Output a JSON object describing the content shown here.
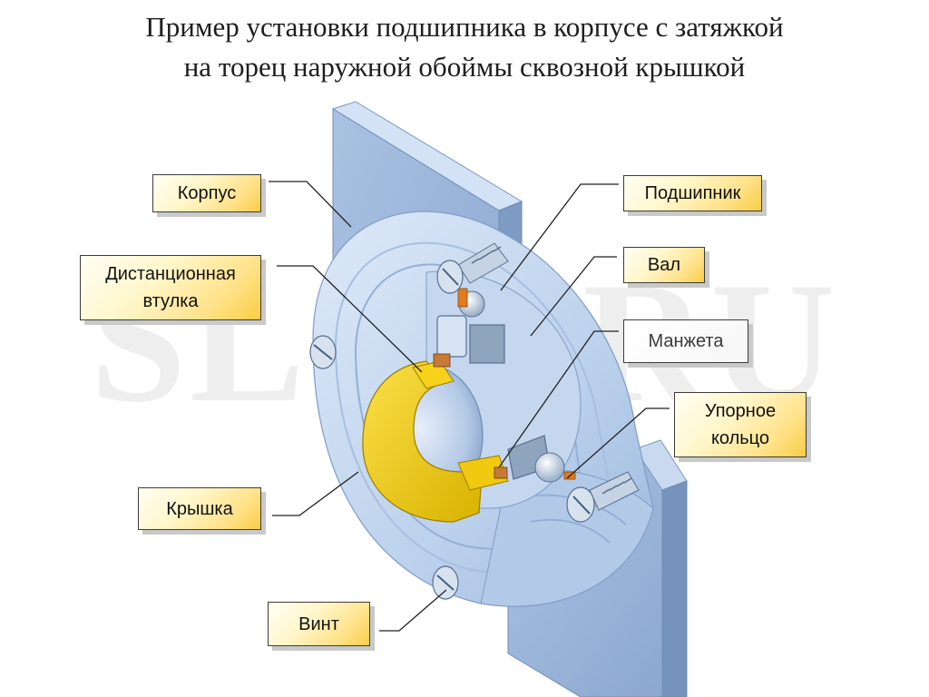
{
  "title": {
    "line1": "Пример установки подшипника в корпусе с затяжкой",
    "line2": "на торец наружной обоймы сквозной крышкой"
  },
  "watermark": "SLSD.RU",
  "labels": {
    "korpus": "Корпус",
    "distantsionnaya_line1": "Дистанционная",
    "distantsionnaya_line2": "втулка",
    "kryshka": "Крышка",
    "vint": "Винт",
    "podshipnik": "Подшипник",
    "val": "Вал",
    "manzheta": "Манжета",
    "upornoe_line1": "Упорное",
    "upornoe_line2": "кольцо"
  },
  "colors": {
    "steel_light": "#c9dcf2",
    "steel_mid": "#a9c3e3",
    "steel_dark": "#7d9cc4",
    "housing": "#9fb7d8",
    "spacer": "#f2cf0a",
    "accent_orange": "#e07b20",
    "leader_line": "#202020"
  }
}
